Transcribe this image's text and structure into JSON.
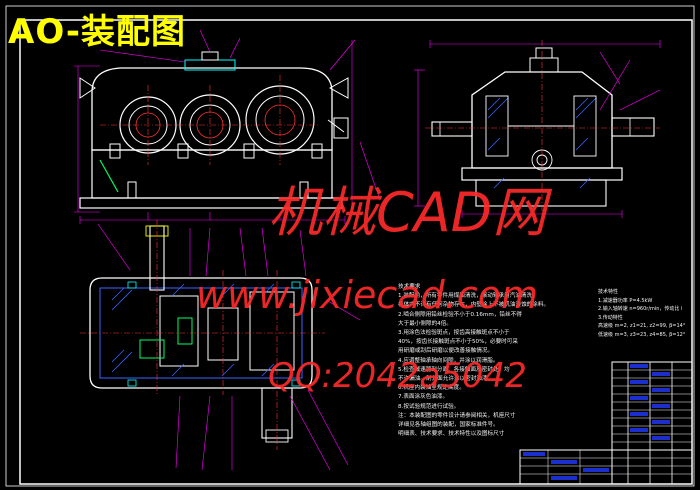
{
  "title": "AO-装配图",
  "watermarks": {
    "site_name": "机械CAD网",
    "url": "www.jixiecad.com",
    "qq": "QQ:2042a5042"
  },
  "notes": {
    "heading": "技术要求",
    "lines": [
      "1.装配前，所有零件用煤油清洗，滚动轴承用汽油清洗，",
      "  机体内不许有任何杂物存在，内壁涂上不被机油浸蚀的涂料。",
      "2.啮合侧隙用铅丝检验不小于0.16mm，铅丝不得",
      "  大于最小侧隙的4倍。",
      "3.用涂色法检验斑点，按齿高接触斑点不小于",
      "  40%，按齿长接触斑点不小于50%，必要时可采",
      "  用研磨或刮后研磨以便改善接触情况。",
      "4.应调整轴承轴向间隙，并涂以润滑脂。",
      "5.检查减速器剖分面、各接触面及密封处，均",
      "  不许漏油。剖分面允许涂以密封油漆。",
      "6.机座内装油至规定高度。",
      "7.表面涂灰色油漆。",
      "8.按试验规范进行试验。",
      "注：本装配图的零件设计请参阅相关，机座尺寸",
      "  详细见各轴组图的装配，国家标准件号。",
      "  明细表、技术要求、技术特性以及图标尺寸"
    ]
  },
  "specs": {
    "heading": "技术特性",
    "lines": [
      "1.减速器功率 P=4.5kW",
      "2.输入轴转速 n=960r/min，传动比 i",
      "3.传动特性",
      "  高速级 m=2, z1=21, z2=99, β=14°",
      "  低速级 m=3, z3=23, z4=85, β=12°"
    ]
  },
  "colors": {
    "background": "#000000",
    "title": "#ffff00",
    "watermark": "#ff2a2a",
    "outline": "#ffffff",
    "dimension": "#ff00ff",
    "center_line": "#ff3333",
    "frame_line": "#ffffff",
    "hatch": "#3a64ff",
    "cyan_part": "#00ffff",
    "green_part": "#00ff66"
  }
}
